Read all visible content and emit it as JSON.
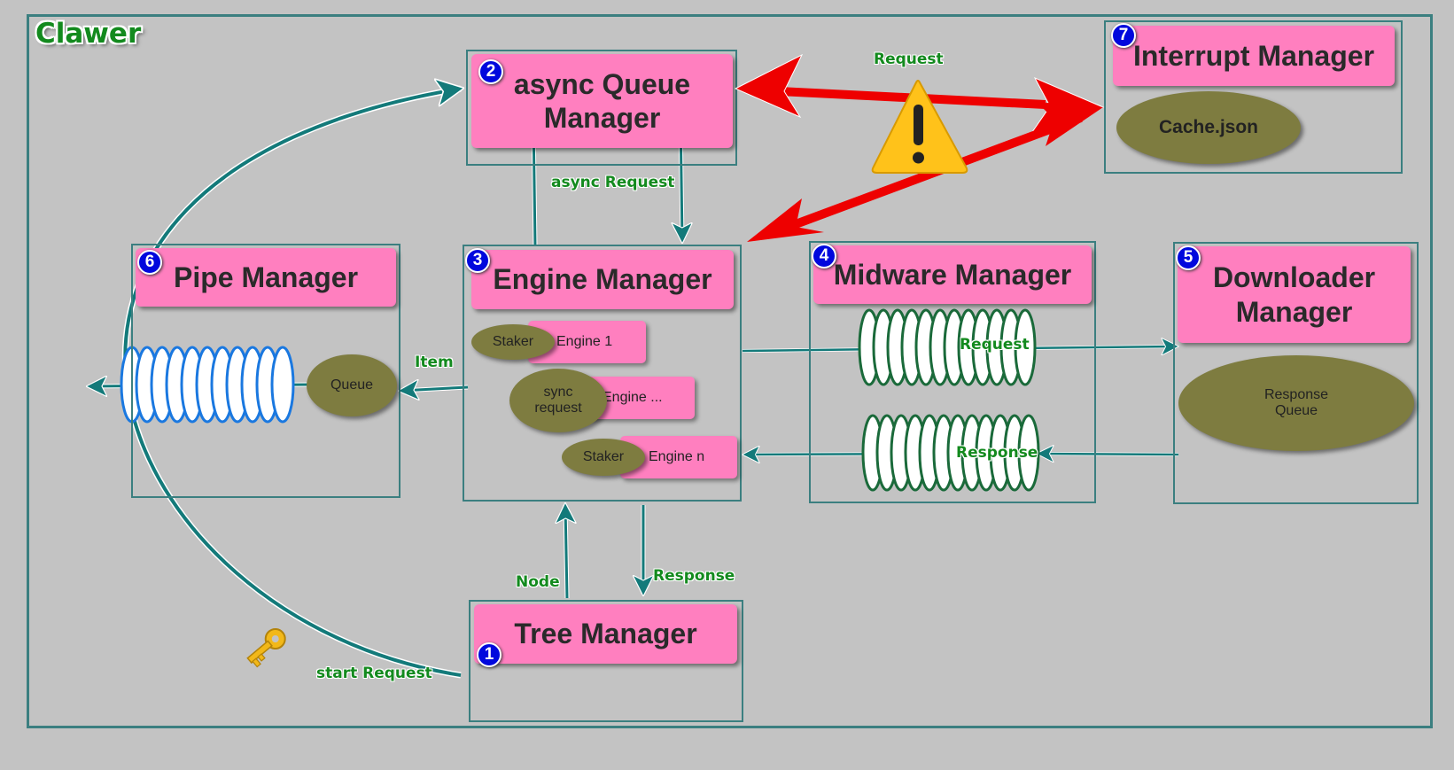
{
  "title": "Clawer",
  "managers": {
    "tree": {
      "number": "1",
      "label": "Tree Manager"
    },
    "queue": {
      "number": "2",
      "line1": "async Queue",
      "line2": "Manager"
    },
    "engine": {
      "number": "3",
      "label": "Engine Manager"
    },
    "midware": {
      "number": "4",
      "label": "Midware Manager"
    },
    "downloader": {
      "number": "5",
      "line1": "Downloader",
      "line2": "Manager"
    },
    "pipe": {
      "number": "6",
      "label": "Pipe Manager"
    },
    "interrupt": {
      "number": "7",
      "label": "Interrupt Manager"
    }
  },
  "engines": {
    "e1": "Engine 1",
    "e2": "Engine ...",
    "en": "Engine n",
    "staker1": "Staker",
    "sync_line1": "sync",
    "sync_line2": "request",
    "staker2": "Staker"
  },
  "ovals": {
    "cache": "Cache.json",
    "queue": "Queue",
    "response_line1": "Response",
    "response_line2": "Queue"
  },
  "labels": {
    "request_top": "Request",
    "async_request": "async Request",
    "item": "Item",
    "mid_request": "Request",
    "mid_response": "Response",
    "node": "Node",
    "response_bottom": "Response",
    "start_request": "start Request"
  },
  "icons": {
    "warning": "warning-icon",
    "key": "key-icon"
  },
  "colors": {
    "background": "#c3c3c3",
    "frame": "#3b7f80",
    "header": "#ff7fbf",
    "badge": "#0008dd",
    "oval": "#7e7c40",
    "label": "#138a1e",
    "teal_arrow": "#137a7a",
    "red_arrow": "#ee0000",
    "pipe_coil": "#1a78e0",
    "mid_coil": "#1a6a3a"
  }
}
